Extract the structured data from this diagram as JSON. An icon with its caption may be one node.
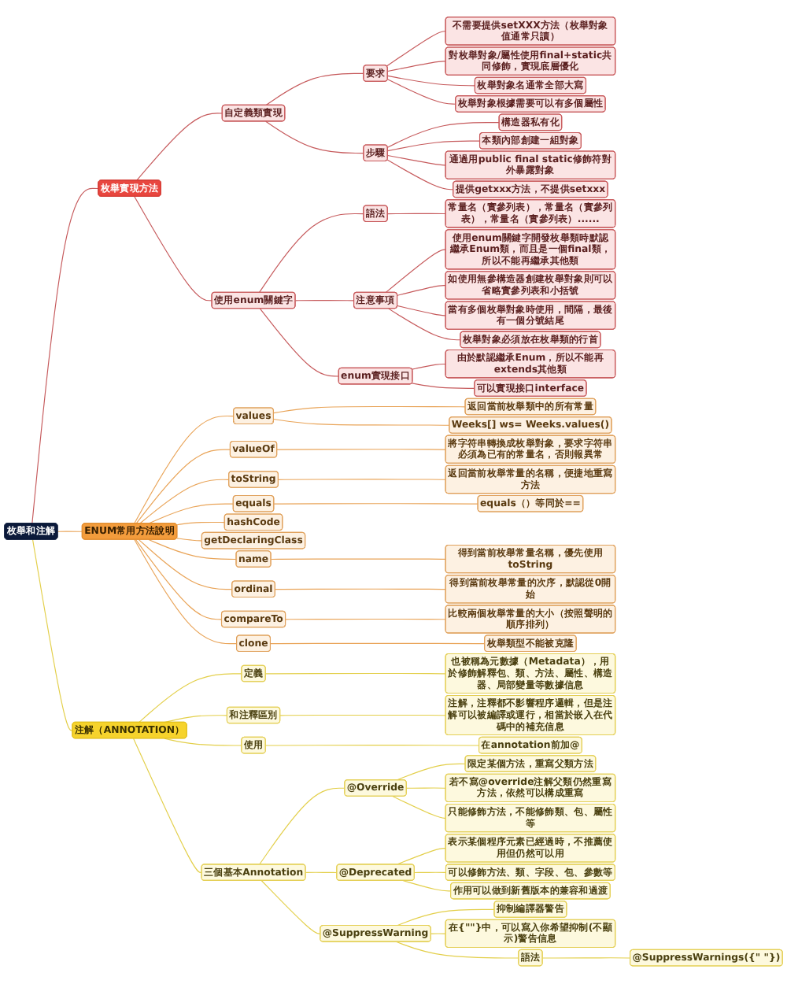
{
  "diagram": {
    "nodes": [
      {
        "text": [
          "枚舉和注解"
        ]
      },
      {
        "text": [
          "枚舉實現方法"
        ]
      },
      {
        "text": [
          "自定義類實現"
        ]
      },
      {
        "text": [
          "要求"
        ]
      },
      {
        "text": [
          "不需要提供setXXX方法（枚舉對象值通常只讀）"
        ]
      },
      {
        "text": [
          "對枚舉對象/屬性使用final+static共同修飾，實現底層優化"
        ]
      },
      {
        "text": [
          "枚舉對象名通常全部大寫"
        ]
      },
      {
        "text": [
          "枚舉對象根據需要可以有多個屬性"
        ]
      },
      {
        "text": [
          "步驟"
        ]
      },
      {
        "text": [
          "構造器私有化"
        ]
      },
      {
        "text": [
          "本類內部創建一組對象"
        ]
      },
      {
        "text": [
          "通過用public final static修飾符對外暴露對象"
        ]
      },
      {
        "text": [
          "提供getxxx方法，不提供setxxx"
        ]
      },
      {
        "text": [
          "使用enum關鍵字"
        ]
      },
      {
        "text": [
          "語法"
        ]
      },
      {
        "text": [
          "常量名（實參列表），常量名（實參列表），常量名（實參列表）......"
        ]
      },
      {
        "text": [
          "注意事項"
        ]
      },
      {
        "text": [
          "使用enum關鍵字開發枚舉類時默認繼承Enum類，而且是一個final類，所以不能再繼承其他類"
        ]
      },
      {
        "text": [
          "如使用無參構造器創建枚舉對象則可以省略實參列表和小括號"
        ]
      },
      {
        "text": [
          "當有多個枚舉對象時使用，間隔，最後有一個分號結尾"
        ]
      },
      {
        "text": [
          "枚舉對象必須放在枚舉類的行首"
        ]
      },
      {
        "text": [
          "enum實現接口"
        ]
      },
      {
        "text": [
          "由於默認繼承Enum，所以不能再extends其他類"
        ]
      },
      {
        "text": [
          "可以實現接口interface"
        ]
      },
      {
        "text": [
          "ENUM常用方法說明"
        ]
      },
      {
        "text": [
          "values"
        ]
      },
      {
        "text": [
          "返回當前枚舉類中的所有常量"
        ]
      },
      {
        "text": [
          "Weeks[] ws= Weeks.values()"
        ]
      },
      {
        "text": [
          "valueOf"
        ]
      },
      {
        "text": [
          "將字符串轉換成枚舉對象，要求字符串必須為已有的常量名，否則報異常"
        ]
      },
      {
        "text": [
          "toString"
        ]
      },
      {
        "text": [
          "返回當前枚舉常量的名稱，便捷地重寫方法"
        ]
      },
      {
        "text": [
          "equals"
        ]
      },
      {
        "text": [
          "equals（）等同於=="
        ]
      },
      {
        "text": [
          "hashCode"
        ]
      },
      {
        "text": [
          "getDeclaringClass"
        ]
      },
      {
        "text": [
          "name"
        ]
      },
      {
        "text": [
          "得到當前枚舉常量名稱，優先使用toString"
        ]
      },
      {
        "text": [
          "ordinal"
        ]
      },
      {
        "text": [
          "得到當前枚舉常量的次序，默認從0開始"
        ]
      },
      {
        "text": [
          "compareTo"
        ]
      },
      {
        "text": [
          "比較兩個枚舉常量的大小（按照聲明的順序排列）"
        ]
      },
      {
        "text": [
          "clone"
        ]
      },
      {
        "text": [
          "枚舉類型不能被克隆"
        ]
      },
      {
        "text": [
          "注解（ANNOTATION）"
        ]
      },
      {
        "text": [
          "定義"
        ]
      },
      {
        "text": [
          "也被稱為元數據（Metadata），用於修飾解釋包、類、方法、屬性、構造器、局部變量等數據信息"
        ]
      },
      {
        "text": [
          "和注釋區別"
        ]
      },
      {
        "text": [
          "注解，注釋都不影響程序邏輯，但是注解可以被編譯或運行，相當於嵌入在代碼中的補充信息"
        ]
      },
      {
        "text": [
          "使用"
        ]
      },
      {
        "text": [
          "在annotation前加@"
        ]
      },
      {
        "text": [
          "三個基本Annotation"
        ]
      },
      {
        "text": [
          "@Override"
        ]
      },
      {
        "text": [
          "限定某個方法，重寫父類方法"
        ]
      },
      {
        "text": [
          "若不寫@override注解父類仍然重寫方法，依然可以構成重寫"
        ]
      },
      {
        "text": [
          "只能修飾方法，不能修飾類、包、屬性等"
        ]
      },
      {
        "text": [
          "@Deprecated"
        ]
      },
      {
        "text": [
          "表示某個程序元素已經過時，不推薦使用但仍然可以用"
        ]
      },
      {
        "text": [
          "可以修飾方法、類、字段、包、參數等"
        ]
      },
      {
        "text": [
          "作用可以做到新舊版本的兼容和過渡"
        ]
      },
      {
        "text": [
          "@SuppressWarning"
        ]
      },
      {
        "text": [
          "抑制編譯器警告"
        ]
      },
      {
        "text": [
          "在{\"\"}中，可以寫入你希望抑制(不顯示)警告信息"
        ]
      },
      {
        "text": [
          "語法"
        ]
      },
      {
        "text": [
          "@SuppressWarnings({\" \"})"
        ]
      }
    ],
    "edges": [
      {
        "from": 0,
        "to": 1,
        "arrow": "none",
        "color": "#c65a5c"
      },
      {
        "from": 1,
        "to": 2,
        "arrow": "none",
        "color": "#c65a5c"
      },
      {
        "from": 2,
        "to": 3,
        "arrow": "none",
        "color": "#c65a5c"
      },
      {
        "from": 3,
        "to": 4,
        "arrow": "none",
        "color": "#c65a5c"
      },
      {
        "from": 3,
        "to": 5,
        "arrow": "none",
        "color": "#c65a5c"
      },
      {
        "from": 3,
        "to": 6,
        "arrow": "none",
        "color": "#c65a5c"
      },
      {
        "from": 3,
        "to": 7,
        "arrow": "none",
        "color": "#c65a5c"
      },
      {
        "from": 2,
        "to": 8,
        "arrow": "none",
        "color": "#c65a5c"
      },
      {
        "from": 8,
        "to": 9,
        "arrow": "none",
        "color": "#c65a5c"
      },
      {
        "from": 8,
        "to": 10,
        "arrow": "none",
        "color": "#c65a5c"
      },
      {
        "from": 8,
        "to": 11,
        "arrow": "none",
        "color": "#c65a5c"
      },
      {
        "from": 8,
        "to": 12,
        "arrow": "none",
        "color": "#c65a5c"
      },
      {
        "from": 1,
        "to": 13,
        "arrow": "none",
        "color": "#c65a5c"
      },
      {
        "from": 13,
        "to": 14,
        "arrow": "none",
        "color": "#c65a5c"
      },
      {
        "from": 14,
        "to": 15,
        "arrow": "none",
        "color": "#c65a5c"
      },
      {
        "from": 13,
        "to": 16,
        "arrow": "none",
        "color": "#c65a5c"
      },
      {
        "from": 16,
        "to": 17,
        "arrow": "none",
        "color": "#c65a5c"
      },
      {
        "from": 16,
        "to": 18,
        "arrow": "none",
        "color": "#c65a5c"
      },
      {
        "from": 16,
        "to": 19,
        "arrow": "none",
        "color": "#c65a5c"
      },
      {
        "from": 16,
        "to": 20,
        "arrow": "none",
        "color": "#c65a5c"
      },
      {
        "from": 13,
        "to": 21,
        "arrow": "none",
        "color": "#c65a5c"
      },
      {
        "from": 21,
        "to": 22,
        "arrow": "none",
        "color": "#c65a5c"
      },
      {
        "from": 21,
        "to": 23,
        "arrow": "none",
        "color": "#c65a5c"
      },
      {
        "from": 0,
        "to": 24,
        "arrow": "none",
        "color": "#e9a458"
      },
      {
        "from": 24,
        "to": 25,
        "arrow": "none",
        "color": "#e9a458"
      },
      {
        "from": 25,
        "to": 26,
        "arrow": "none",
        "color": "#e9a458"
      },
      {
        "from": 25,
        "to": 27,
        "arrow": "none",
        "color": "#e9a458"
      },
      {
        "from": 24,
        "to": 28,
        "arrow": "none",
        "color": "#e9a458"
      },
      {
        "from": 28,
        "to": 29,
        "arrow": "none",
        "color": "#e9a458"
      },
      {
        "from": 24,
        "to": 30,
        "arrow": "none",
        "color": "#e9a458"
      },
      {
        "from": 30,
        "to": 31,
        "arrow": "none",
        "color": "#e9a458"
      },
      {
        "from": 24,
        "to": 32,
        "arrow": "none",
        "color": "#e9a458"
      },
      {
        "from": 32,
        "to": 33,
        "arrow": "none",
        "color": "#e9a458"
      },
      {
        "from": 24,
        "to": 34,
        "arrow": "none",
        "color": "#e9a458"
      },
      {
        "from": 24,
        "to": 35,
        "arrow": "none",
        "color": "#e9a458"
      },
      {
        "from": 24,
        "to": 36,
        "arrow": "none",
        "color": "#e9a458"
      },
      {
        "from": 36,
        "to": 37,
        "arrow": "none",
        "color": "#e9a458"
      },
      {
        "from": 24,
        "to": 38,
        "arrow": "none",
        "color": "#e9a458"
      },
      {
        "from": 38,
        "to": 39,
        "arrow": "none",
        "color": "#e9a458"
      },
      {
        "from": 24,
        "to": 40,
        "arrow": "none",
        "color": "#e9a458"
      },
      {
        "from": 40,
        "to": 41,
        "arrow": "none",
        "color": "#e9a458"
      },
      {
        "from": 24,
        "to": 42,
        "arrow": "none",
        "color": "#e9a458"
      },
      {
        "from": 42,
        "to": 43,
        "arrow": "none",
        "color": "#e9a458"
      },
      {
        "from": 0,
        "to": 44,
        "arrow": "none",
        "color": "#e3cf4a"
      },
      {
        "from": 44,
        "to": 45,
        "arrow": "none",
        "color": "#e3cf4a"
      },
      {
        "from": 45,
        "to": 46,
        "arrow": "none",
        "color": "#e3cf4a"
      },
      {
        "from": 44,
        "to": 47,
        "arrow": "none",
        "color": "#e3cf4a"
      },
      {
        "from": 47,
        "to": 48,
        "arrow": "none",
        "color": "#e3cf4a"
      },
      {
        "from": 44,
        "to": 49,
        "arrow": "none",
        "color": "#e3cf4a"
      },
      {
        "from": 49,
        "to": 50,
        "arrow": "none",
        "color": "#e3cf4a"
      },
      {
        "from": 44,
        "to": 51,
        "arrow": "none",
        "color": "#e3cf4a"
      },
      {
        "from": 51,
        "to": 52,
        "arrow": "none",
        "color": "#e3cf4a"
      },
      {
        "from": 52,
        "to": 53,
        "arrow": "none",
        "color": "#e3cf4a"
      },
      {
        "from": 52,
        "to": 54,
        "arrow": "none",
        "color": "#e3cf4a"
      },
      {
        "from": 52,
        "to": 55,
        "arrow": "none",
        "color": "#e3cf4a"
      },
      {
        "from": 51,
        "to": 56,
        "arrow": "none",
        "color": "#e3cf4a"
      },
      {
        "from": 56,
        "to": 57,
        "arrow": "none",
        "color": "#e3cf4a"
      },
      {
        "from": 56,
        "to": 58,
        "arrow": "none",
        "color": "#e3cf4a"
      },
      {
        "from": 56,
        "to": 59,
        "arrow": "none",
        "color": "#e3cf4a"
      },
      {
        "from": 51,
        "to": 60,
        "arrow": "none",
        "color": "#e3cf4a"
      },
      {
        "from": 60,
        "to": 61,
        "arrow": "none",
        "color": "#e3cf4a"
      },
      {
        "from": 60,
        "to": 62,
        "arrow": "none",
        "color": "#e3cf4a"
      },
      {
        "from": 60,
        "to": 63,
        "arrow": "none",
        "color": "#e3cf4a"
      },
      {
        "from": 63,
        "to": 64,
        "arrow": "none",
        "color": "#e3cf4a"
      }
    ]
  }
}
